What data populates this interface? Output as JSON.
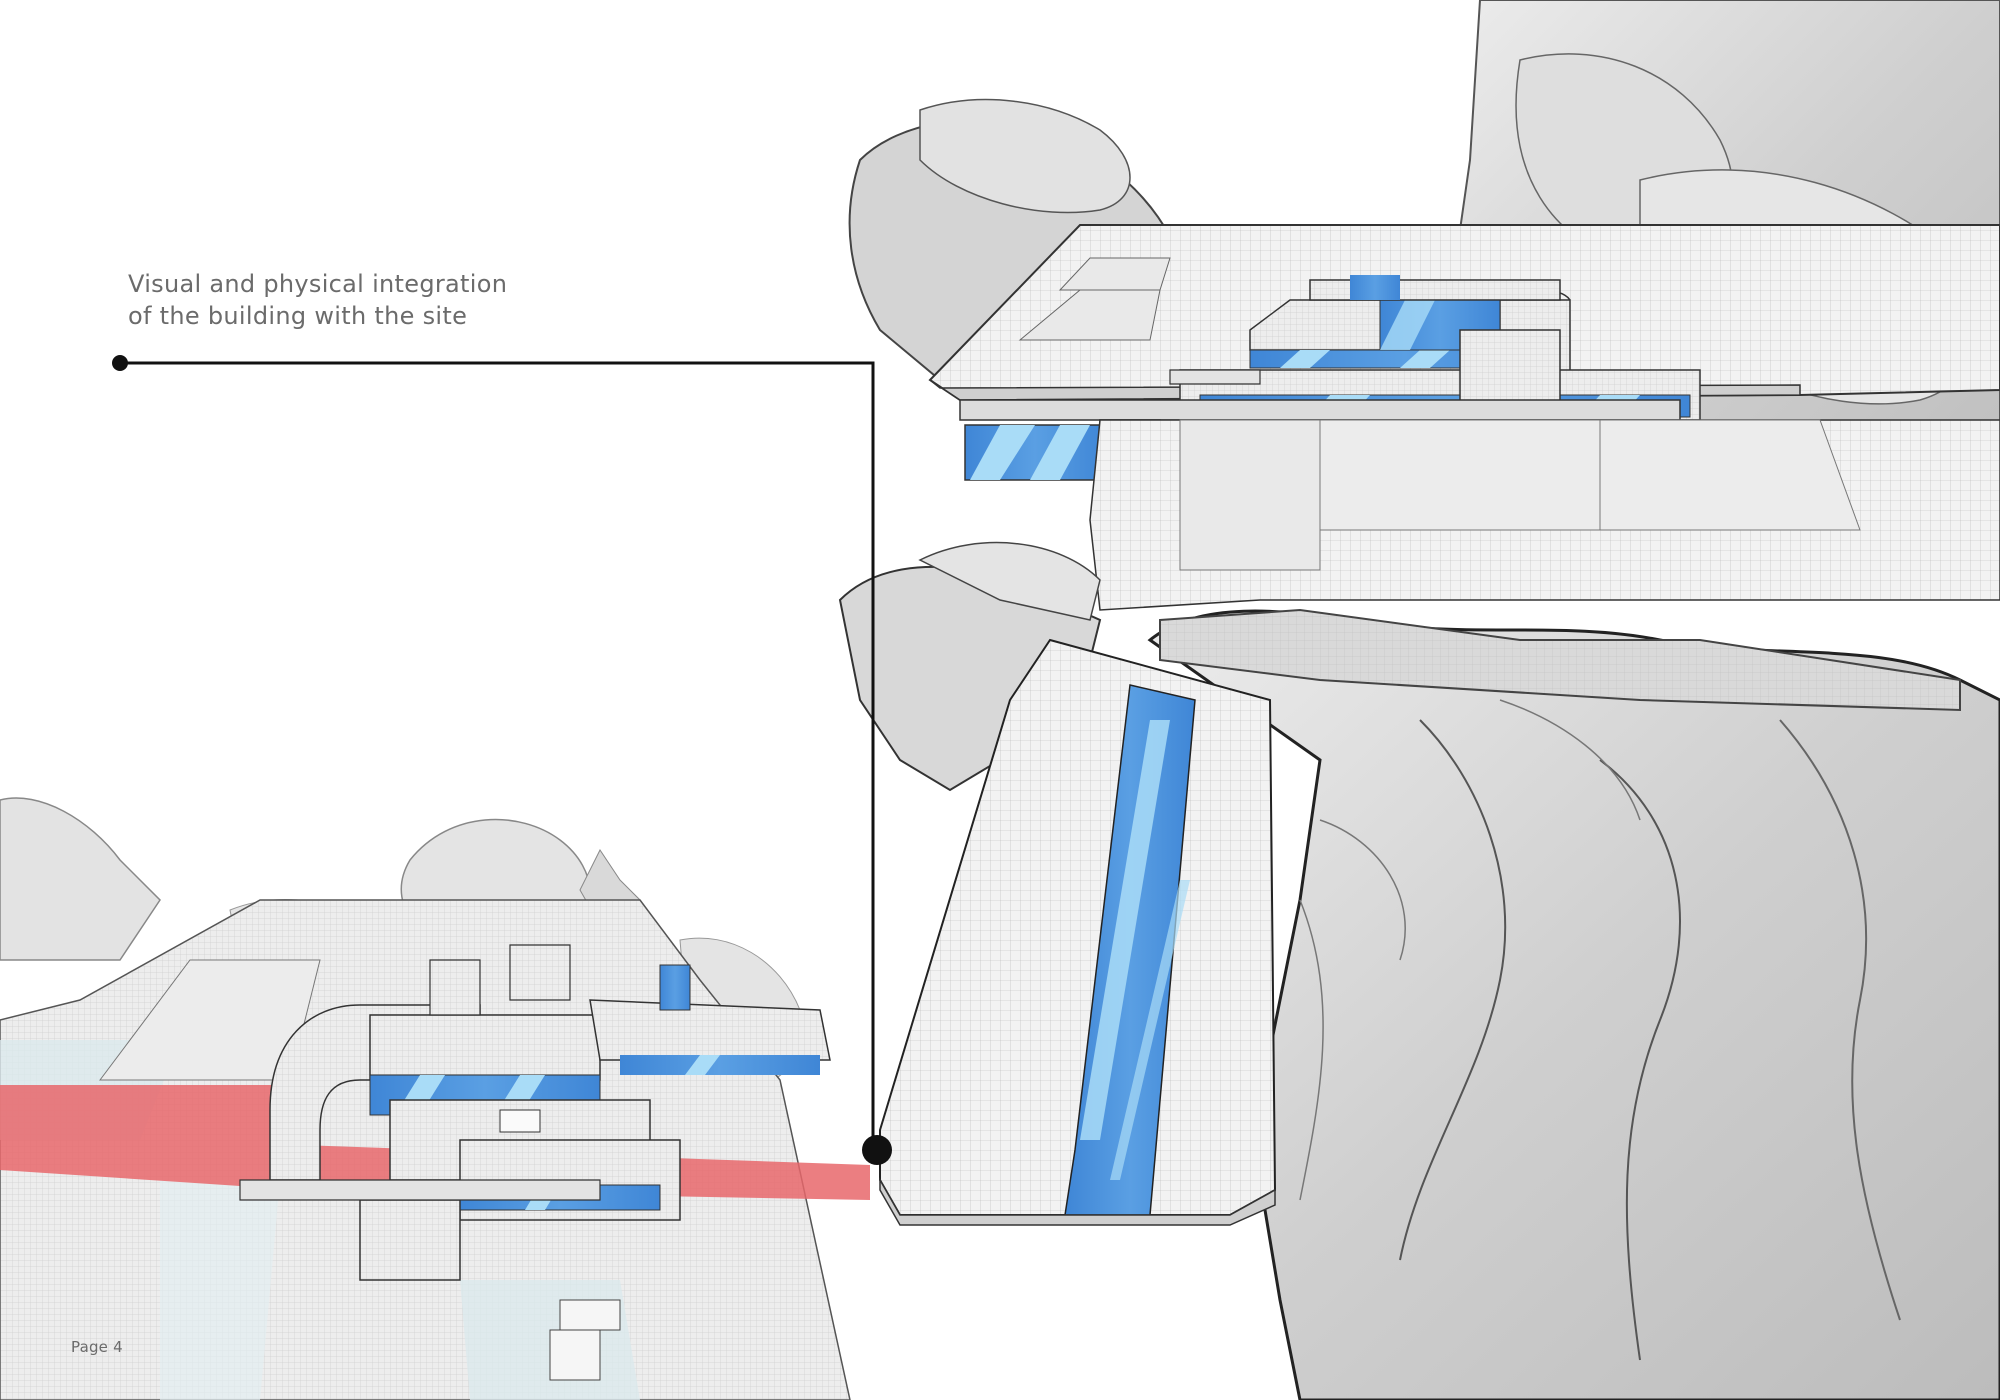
{
  "caption": {
    "line1": "Visual and physical integration",
    "line2": "of the building with the site"
  },
  "page_label": "Page 4",
  "colors": {
    "glass_blue": "#4a8fd9",
    "glass_light": "#9fd8f5",
    "highlight_red": "#e8676b",
    "rock_grey": "#d6d6d6",
    "leader_black": "#111111",
    "caption_grey": "#6b6b6b"
  },
  "icons": {
    "leader_start": "dot-marker",
    "leader_end": "dot-marker-large"
  }
}
